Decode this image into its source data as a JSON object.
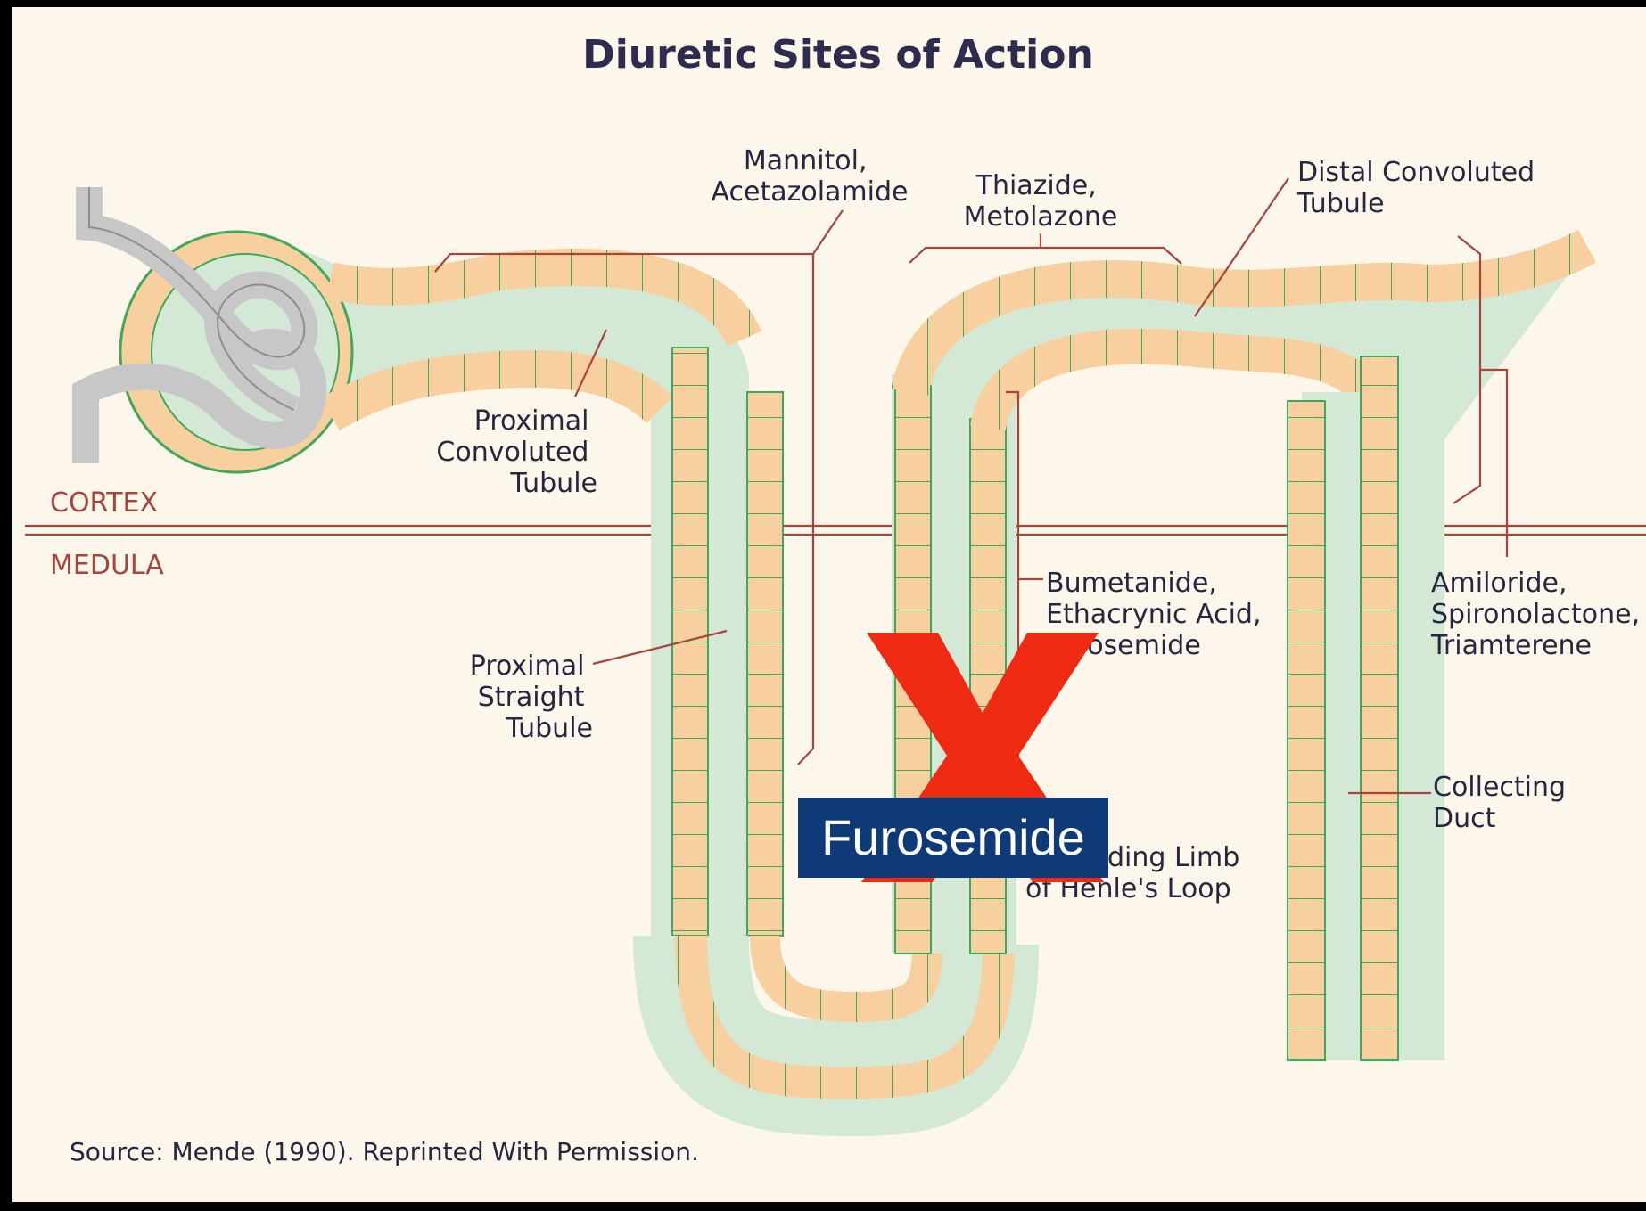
{
  "title": "Diuretic Sites of Action",
  "regions": {
    "cortex": "CORTEX",
    "medula": "MEDULA"
  },
  "labels": {
    "mannitol": [
      "Mannitol,",
      "Acetazolamide"
    ],
    "thiazide": [
      "Thiazide,",
      "Metolazone"
    ],
    "distal": [
      "Distal Convoluted",
      "Tubule"
    ],
    "proximal_convoluted": [
      "Proximal",
      "Convoluted",
      "Tubule"
    ],
    "proximal_straight": [
      "Proximal",
      "Straight",
      "Tubule"
    ],
    "loop_drugs": [
      "Bumetanide,",
      "Ethacrynic Acid,",
      "Furosemide"
    ],
    "ascending_limb": [
      "ding Limb",
      "of Henle's Loop"
    ],
    "amiloride": [
      "Amiloride,",
      "Spironolactone,",
      "Triamterene"
    ],
    "collecting_duct": [
      "Collecting",
      "Duct"
    ]
  },
  "overlay": {
    "mark": "X",
    "callout": "Furosemide",
    "mark_color": "#ee2a12",
    "callout_bg": "#0e3a77"
  },
  "source": "Source: Mende (1990). Reprinted With Permission.",
  "colors": {
    "background": "#fdf6ea",
    "lumen": "#d3e9d6",
    "cell": "#f8cf9e",
    "cell_border": "#3fa85a",
    "glomerulus": "#c7c7c7",
    "leader": "#a8453a"
  }
}
